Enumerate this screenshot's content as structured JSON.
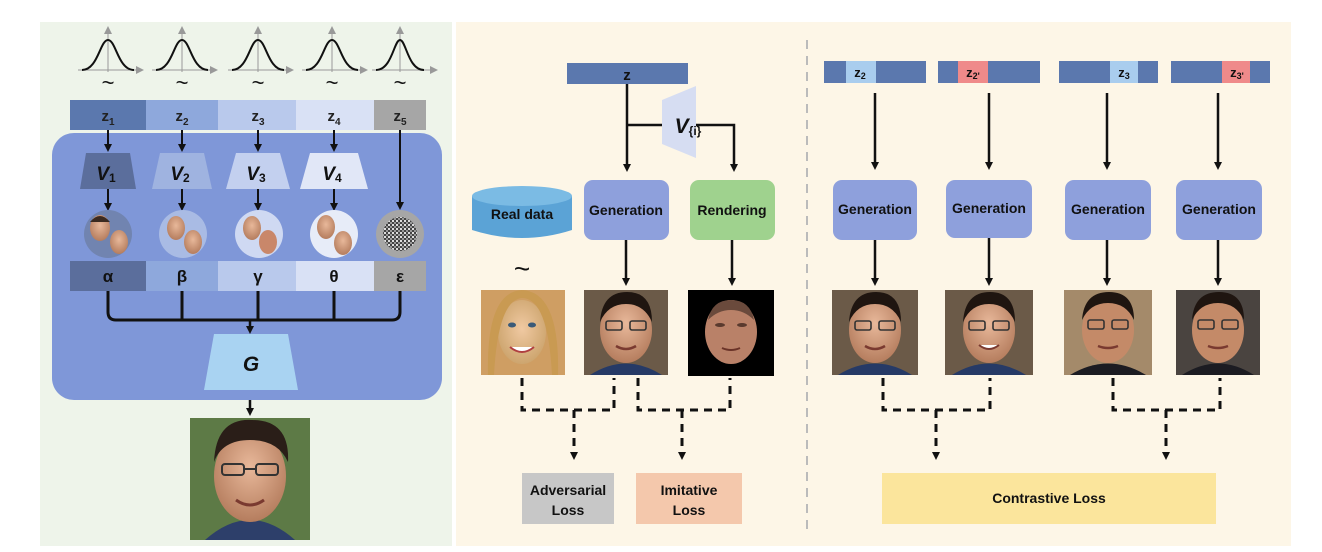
{
  "left": {
    "z_labels": [
      {
        "base": "z",
        "sub": "1"
      },
      {
        "base": "z",
        "sub": "2"
      },
      {
        "base": "z",
        "sub": "3"
      },
      {
        "base": "z",
        "sub": "4"
      },
      {
        "base": "z",
        "sub": "5"
      }
    ],
    "v_labels": [
      {
        "base": "V",
        "sub": "1"
      },
      {
        "base": "V",
        "sub": "2"
      },
      {
        "base": "V",
        "sub": "3"
      },
      {
        "base": "V",
        "sub": "4"
      }
    ],
    "factor_labels": [
      "α",
      "β",
      "γ",
      "θ",
      "ε"
    ],
    "generator_label": "G"
  },
  "middle": {
    "z_label": "z",
    "v_label": {
      "base": "V",
      "sub": "{i}"
    },
    "real_data_label": "Real data",
    "generation_label": "Generation",
    "rendering_label": "Rendering",
    "adversarial_loss": [
      "Adversarial",
      "Loss"
    ],
    "imitative_loss": [
      "Imitative",
      "Loss"
    ]
  },
  "right": {
    "z_labels": [
      {
        "base": "z",
        "sub": "2"
      },
      {
        "base": "z",
        "sub": "2'"
      },
      {
        "base": "z",
        "sub": "3"
      },
      {
        "base": "z",
        "sub": "3'"
      }
    ],
    "generation_labels": [
      "Generation",
      "Generation",
      "Generation",
      "Generation"
    ],
    "contrastive_loss": "Contrastive Loss"
  },
  "colors": {
    "left_bg": "#eef4ea",
    "middle_bg": "#fdf6e7",
    "gen_box": "#8ea0dc",
    "big_box": "#7f97d8",
    "render_box": "#9fd28e",
    "real_data": "#5ba3d6",
    "adversarial": "#c7c7c7",
    "imitative": "#f4c8ac",
    "contrastive": "#fbe59c",
    "z_bar": "#5b78ae",
    "highlight_blue": "#a9cdee",
    "highlight_red": "#ef8a8a"
  }
}
